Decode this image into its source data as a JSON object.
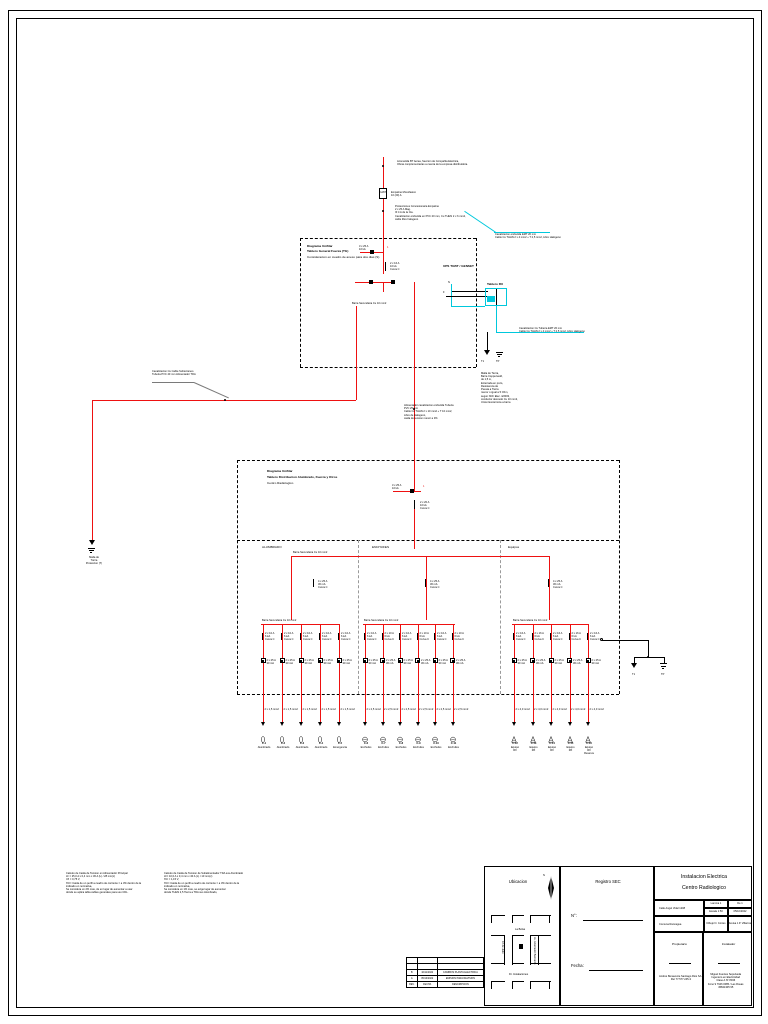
{
  "sheet": {
    "drawing_type": "electrical-single-line-diagram",
    "language": "es"
  },
  "top_feeder": {
    "note_supply": "Acometida BT Aerea, Seccion de Compañia Electrica,\nObras complementarias a cuenta de la empresa distribuidora.",
    "meter_label": "Empalme Monofasico\n10 (20) A",
    "meter_symbol": "kWh",
    "tap_note": "Protecciones Concesionaria Empalme\n2 x 25 A Mag.\nIF 4 A de la Cia.\nCanalizacion embutida en PVC 20 mm, Cu THHN 2 x 6 mm2,\ncable libre halogeno"
  },
  "panel_general": {
    "title_line1": "Diagrama Unifilar",
    "title_line2": "Tablero General Fuerza (TG)",
    "title_line3": "Consideracion en cuadro de anexo para dos dias (S)",
    "main_breaker": "3 x 25 A\n10 kA",
    "main_breaker_id": "1",
    "branch_label": "2 x 16 A\n10 kA\nCurva C",
    "bus_note": "Barra Secundaria Cu 10 mm2",
    "secondary_label": "Alimentador"
  },
  "ups_block": {
    "caption": "UPS TGBT / GENSET",
    "tag_left": "N",
    "tag_right": "F",
    "equipment": "Tablero RX",
    "note_top": "Canalizacion embutida EMT 20 mm\nCable Cu THHN 2 x 4 mm2 + T 2,5 mm2, Libre Halogeno",
    "note_bottom": "Canalizacion Cu Tuberia EMT 20 mm\nCable Cu THHN 2 x 4 mm2 + T 2,5 mm2, Libre Halogeno"
  },
  "ground_notes": {
    "earth_note": "Malla de Tierra,\nBarra Copperweld,\nde 1,5 m,\nEnterrada en pozo,\nResistencia de\nPuesta a Tierra\nmenor o igual a 5 Ohm,\nsegun NCh Elec. 4/2003,\nconductor desnudo Cu 10 mm2,\nUnion Exotermica a barra",
    "left_ground_label": "Malla de\nTierra\nProteccion (T)",
    "right_ground_tag_1": "T1",
    "right_ground_tag_2": "TP"
  },
  "feeder_left": {
    "note": "Canalizacion Cu Cable Subterraneo\nTuberia PVC 40 mm Alimentador TDA",
    "drop_note": "Alimentador canalizacion embutida Tuberia\nPVC 25 mm\nCable Cu THHN 2 x 10 mm2 + T 10 mm2,\nLibre de Halogeno,\ncaida de tension menor a 3%"
  },
  "panel_tda": {
    "title_line1": "Diagrama Unifilar",
    "title_line2": "Tablero Distribucion Alumbrado, Fuerza y Otros",
    "title_line3": "Centro Radiologico",
    "main_breaker": "3 x 25 A\n10 kA",
    "main_breaker_id": "1",
    "main_sub": "2 x 20 A\n10 kA\nCurva C",
    "bus_label": "Barra Secundaria Cu 10 mm2",
    "groups": [
      {
        "name": "ALUMBRADO",
        "bus": "Barra Secundaria Cu 10 mm2",
        "differential": "4 x 25 A\n30 mA\nCurva C"
      },
      {
        "name": "ENCHUFES",
        "bus": "Barra Secundaria Cu 10 mm2",
        "differential": "4 x 25 A\n30 mA\nCurva C"
      },
      {
        "name": "Equipos",
        "bus": "Barra Secundaria Cu 10 mm2",
        "differential": "4 x 25 A\n30 mA\nCurva C"
      }
    ]
  },
  "circuits": {
    "breaker_label": "2 x 10 A\n6 kA\nCurva C",
    "breaker_label_b": "2 x 16 A\n6 kA\nCurva C",
    "diff_label": "2 x 25 A\n30 mA",
    "cable_label_a": "2 x 1,5 mm2",
    "cable_label_b": "2 x 2,5 mm2",
    "cable_label_c": "2 x 4,0 mm2",
    "group_a": [
      {
        "code": "C-1",
        "desc": "Alumbrado"
      },
      {
        "code": "C-2",
        "desc": "Alumbrado"
      },
      {
        "code": "C-3",
        "desc": "Alumbrado"
      },
      {
        "code": "C-4",
        "desc": "Alumbrado"
      },
      {
        "code": "C-5",
        "desc": "Emergencia"
      }
    ],
    "group_b": [
      {
        "code": "C-6",
        "desc": "Enchufes"
      },
      {
        "code": "C-7",
        "desc": "Enchufes"
      },
      {
        "code": "C-8",
        "desc": "Enchufes"
      },
      {
        "code": "C-9",
        "desc": "Enchufes"
      },
      {
        "code": "C-10",
        "desc": "Enchufes"
      },
      {
        "code": "C-11",
        "desc": "Enchufes"
      }
    ],
    "group_c": [
      {
        "code": "C-12",
        "desc": "Equipo\nRX"
      },
      {
        "code": "C-13",
        "desc": "Equipo\nRX"
      },
      {
        "code": "C-14",
        "desc": "Equipo\nRX"
      },
      {
        "code": "C-15",
        "desc": "Equipo\nRX"
      },
      {
        "code": "C-16",
        "desc": "Equipo\nRX\nReserva"
      }
    ]
  },
  "notes": {
    "left_block": "Calculo de Caida de Tension en Alimentador Principal\nI/c = 25,0 A x 0,4 mm x 30 A (L) / 28 mm(c)\nV/I = 0,75 V,\n%V= Caida de un perfil a cuadro de corriente = a 3% dentro de la\nindicado en normativa,\nSe considera un 2% mas, de en lugar de aumentar a usar\ndonde se aplica tabla cables generales para uso CDL.",
    "right_block": "Calculo de Caida de Tension de Subalimentador TDA sus Alumbrado\nI/c= 10,0 A x 0,4 mm x 40 A (L) / 10 mm(c)\n%V = 1,15 V,\n%V= Caida de un perfil a cuadro de corriente = a 3% dentro de la\nindicado en normativa,\nSe considera un 1% mas, se exige lugar de aumentar\ndonde THHN 2,5 Tierra a TDA sus Alumbrado,"
  },
  "revision_table": {
    "rows": [
      {
        "rev": "",
        "date": "",
        "desc": ""
      },
      {
        "rev": "",
        "date": "",
        "desc": ""
      },
      {
        "rev": "B",
        "date": "10/11/2022",
        "desc": "CAMBIOS PLANTA ELECTRICA"
      },
      {
        "rev": "A",
        "date": "05/10/2022",
        "desc": "EMISION PARA REVISION"
      },
      {
        "rev": "REV.",
        "date": "FECHA",
        "desc": "DESCRIPCION"
      }
    ]
  },
  "title_block": {
    "ubicacion_label": "Ubicacion",
    "north_label": "N",
    "map": {
      "street_top": "La Bolsa",
      "street_left": "10 de Julio",
      "street_right": "Av. Libertador Bernardo",
      "street_bottom": "Dr. Instalaciones"
    },
    "registro_label": "Registro SEC",
    "numero_label": "N°:",
    "fecha_label": "Fecha:",
    "project_title_1": "Instalacion Electrica",
    "project_title_2": "Centro Radiologico",
    "address_label": "Calle Angel Vidal 1208",
    "comuna_label": "Comuna Rancagua",
    "lamina_label": "Lamina 1",
    "lamina_value": "De 1",
    "escala_label": "Escala 1:50",
    "fecha_value": "05/10/2022",
    "dibujo_label": "Dibujo N. Cortes",
    "revisa_label": "Revisa J.P. Villarroel",
    "propietario_label": "Propietario",
    "propietario_value": "Andres Benavente Santiago Rios SA.,\nRut 77.577.245-3",
    "instalador_label": "Instalador",
    "instalador_value": "Miguel Fuentes Sepulveda\nIngeniero en Electricidad\nClase A Nº 8046\nFono 9 7646 0085 / Las Rosas\n45841305 95"
  }
}
